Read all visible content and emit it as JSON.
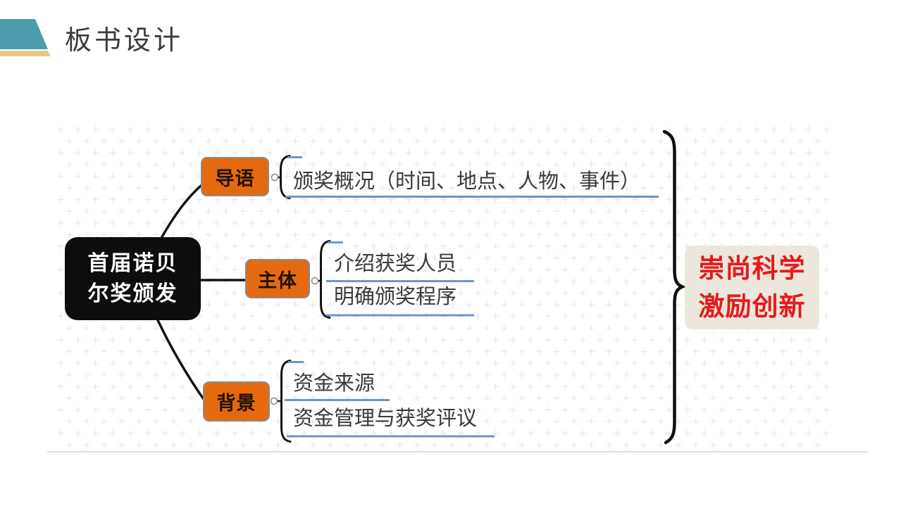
{
  "slide": {
    "title": "板书设计"
  },
  "colors": {
    "accent_teal": "#4d9cad",
    "accent_tan": "#e9c38d",
    "branch_orange": "#e5690f",
    "underline_blue": "#7195c5",
    "summary_red": "#e8191b",
    "summary_bg": "#ebe7dc",
    "root_bg": "#0d0d0d",
    "dot_pattern": "#e3e3eb"
  },
  "mindmap": {
    "root": {
      "line1": "首届诺贝",
      "line2": "尔奖颁发"
    },
    "branches": [
      {
        "label": "导语",
        "children": [
          "颁奖概况（时间、地点、人物、事件）"
        ]
      },
      {
        "label": "主体",
        "children": [
          "介绍获奖人员",
          "明确颁奖程序"
        ]
      },
      {
        "label": "背景",
        "children": [
          "资金来源",
          "资金管理与获奖评议"
        ]
      }
    ]
  },
  "summary": {
    "line1": "崇尚科学",
    "line2": "激励创新"
  }
}
